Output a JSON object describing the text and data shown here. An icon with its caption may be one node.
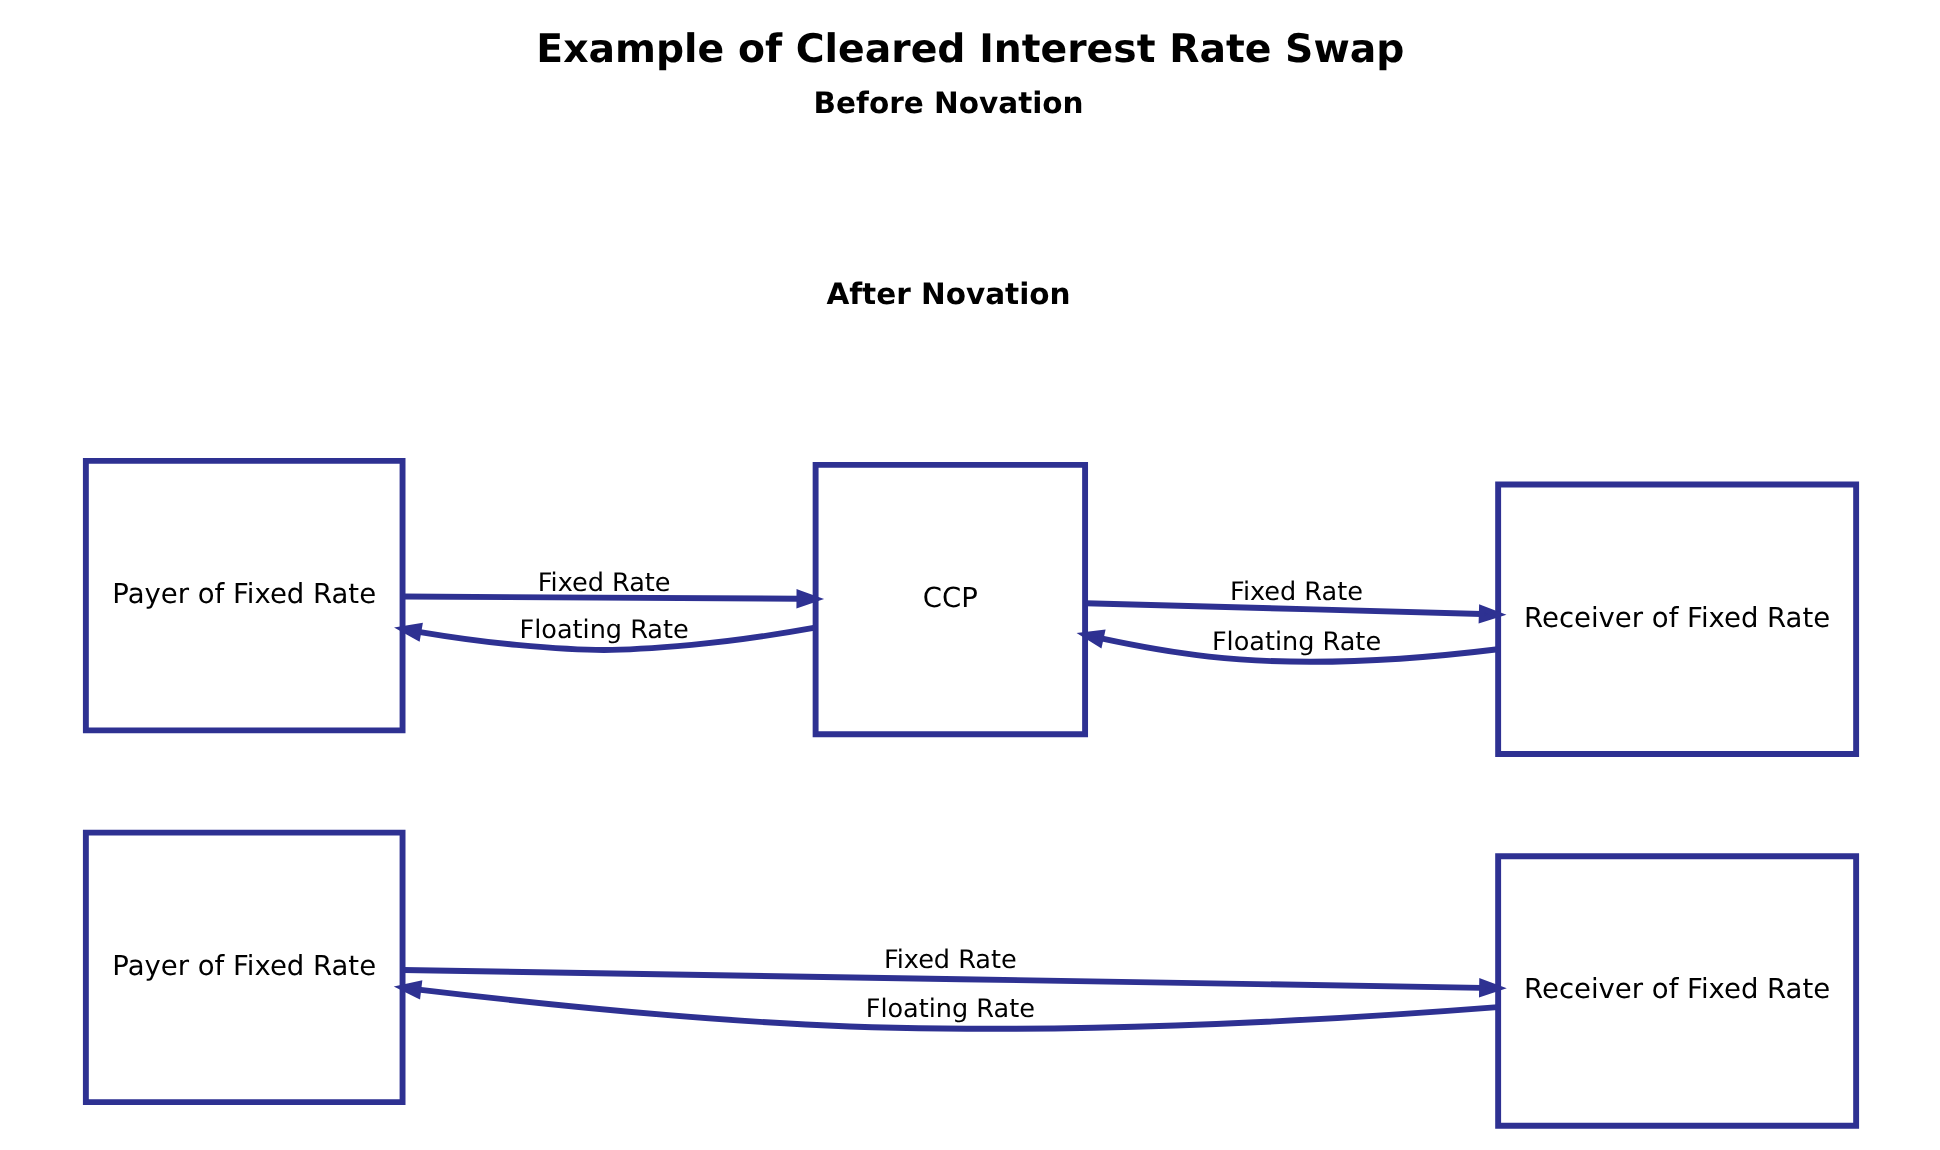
{
  "diagram": {
    "title": "Example of Cleared Interest Rate Swap",
    "nodes": [
      {
        "text": [
          "Payer of Fixed Rate"
        ]
      },
      {
        "text": [
          "Receiver of Fixed Rate"
        ]
      },
      {
        "text": [
          "Payer of Fixed Rate"
        ]
      },
      {
        "text": [
          "CCP"
        ]
      },
      {
        "text": [
          "Receiver of Fixed Rate"
        ]
      }
    ],
    "edges": [
      {
        "from": 0,
        "to": 1,
        "arrow": "to",
        "label": "Fixed Rate"
      },
      {
        "from": 1,
        "to": 0,
        "arrow": "to",
        "label": "Floating Rate"
      },
      {
        "from": 2,
        "to": 3,
        "arrow": "to",
        "label": "Fixed Rate"
      },
      {
        "from": 3,
        "to": 2,
        "arrow": "to",
        "label": "Floating Rate"
      },
      {
        "from": 3,
        "to": 4,
        "arrow": "to",
        "label": "Fixed Rate"
      },
      {
        "from": 4,
        "to": 3,
        "arrow": "to",
        "label": "Floating Rate"
      }
    ],
    "labels": [
      "Before Novation",
      "After Novation"
    ]
  }
}
